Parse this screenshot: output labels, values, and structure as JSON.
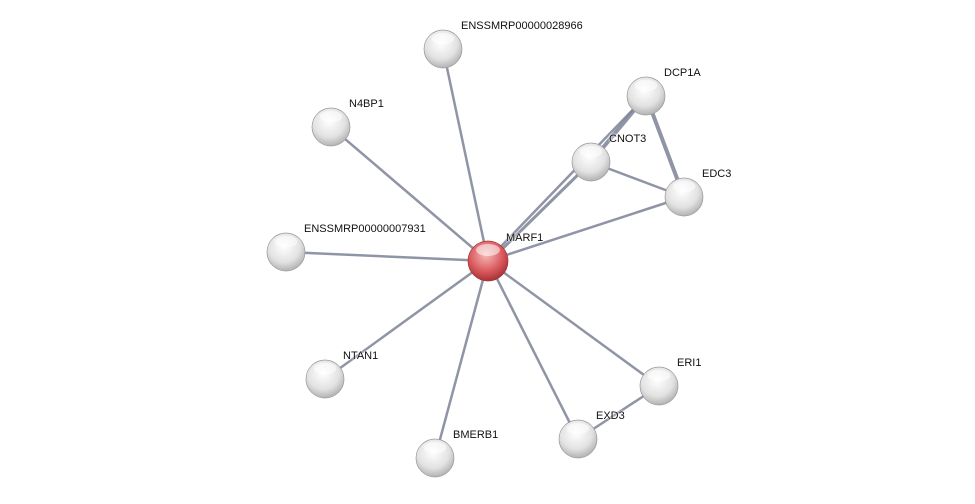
{
  "network": {
    "nodes": [
      {
        "id": "MARF1",
        "label": "MARF1",
        "query": true
      },
      {
        "id": "ENSSMRP00000028966",
        "label": "ENSSMRP00000028966"
      },
      {
        "id": "N4BP1",
        "label": "N4BP1"
      },
      {
        "id": "ENSSMRP00000007931",
        "label": "ENSSMRP00000007931"
      },
      {
        "id": "NTAN1",
        "label": "NTAN1"
      },
      {
        "id": "BMERB1",
        "label": "BMERB1"
      },
      {
        "id": "EXD3",
        "label": "EXD3"
      },
      {
        "id": "ERI1",
        "label": "ERI1"
      },
      {
        "id": "EDC3",
        "label": "EDC3"
      },
      {
        "id": "CNOT3",
        "label": "CNOT3"
      },
      {
        "id": "DCP1A",
        "label": "DCP1A"
      }
    ],
    "edges": [
      [
        "MARF1",
        "ENSSMRP00000028966"
      ],
      [
        "MARF1",
        "N4BP1"
      ],
      [
        "MARF1",
        "ENSSMRP00000007931"
      ],
      [
        "MARF1",
        "NTAN1"
      ],
      [
        "MARF1",
        "BMERB1"
      ],
      [
        "MARF1",
        "EXD3"
      ],
      [
        "MARF1",
        "ERI1"
      ],
      [
        "MARF1",
        "EDC3"
      ],
      [
        "MARF1",
        "CNOT3"
      ],
      [
        "MARF1",
        "DCP1A"
      ],
      [
        "CNOT3",
        "DCP1A"
      ],
      [
        "CNOT3",
        "EDC3"
      ],
      [
        "DCP1A",
        "EDC3"
      ],
      [
        "EXD3",
        "ERI1"
      ]
    ],
    "colors": {
      "query_node": "#d9585c",
      "node": "#e6e6e6",
      "edge": "#7d8296"
    }
  }
}
